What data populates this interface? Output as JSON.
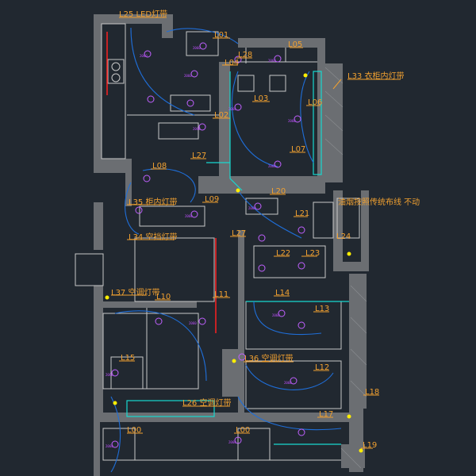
{
  "labels": [
    {
      "id": "L25",
      "text": "L25 LED灯带"
    },
    {
      "id": "L01",
      "text": "L01"
    },
    {
      "id": "L05",
      "text": "L05"
    },
    {
      "id": "L28",
      "text": "L28"
    },
    {
      "id": "L04",
      "text": "L04"
    },
    {
      "id": "L33",
      "text": "L33 衣柜内灯带"
    },
    {
      "id": "L03",
      "text": "L03"
    },
    {
      "id": "L06",
      "text": "L06"
    },
    {
      "id": "L02",
      "text": "L02"
    },
    {
      "id": "L07",
      "text": "L07"
    },
    {
      "id": "L27a",
      "text": "L27"
    },
    {
      "id": "L08",
      "text": "L08"
    },
    {
      "id": "L20",
      "text": "L20"
    },
    {
      "id": "L35",
      "text": "L35 柜内灯带"
    },
    {
      "id": "L09",
      "text": "L09"
    },
    {
      "id": "note",
      "text": "油烟按照传统布线 不动"
    },
    {
      "id": "L21",
      "text": "L21"
    },
    {
      "id": "L24",
      "text": "L24"
    },
    {
      "id": "L34",
      "text": "L34 空挡灯带"
    },
    {
      "id": "L27b",
      "text": "L27"
    },
    {
      "id": "L22",
      "text": "L22"
    },
    {
      "id": "L23",
      "text": "L23"
    },
    {
      "id": "L37",
      "text": "L37 空调灯带"
    },
    {
      "id": "L10",
      "text": "L10"
    },
    {
      "id": "L11",
      "text": "L11"
    },
    {
      "id": "L14",
      "text": "L14"
    },
    {
      "id": "L13",
      "text": "L13"
    },
    {
      "id": "L15",
      "text": "L15"
    },
    {
      "id": "L36",
      "text": "L36 空调灯带"
    },
    {
      "id": "L12",
      "text": "L12"
    },
    {
      "id": "L18",
      "text": "L18"
    },
    {
      "id": "L17",
      "text": "L17"
    },
    {
      "id": "L26",
      "text": "L26 空调灯带"
    },
    {
      "id": "L00a",
      "text": "L00"
    },
    {
      "id": "L00b",
      "text": "L00"
    },
    {
      "id": "L19",
      "text": "L19"
    }
  ]
}
